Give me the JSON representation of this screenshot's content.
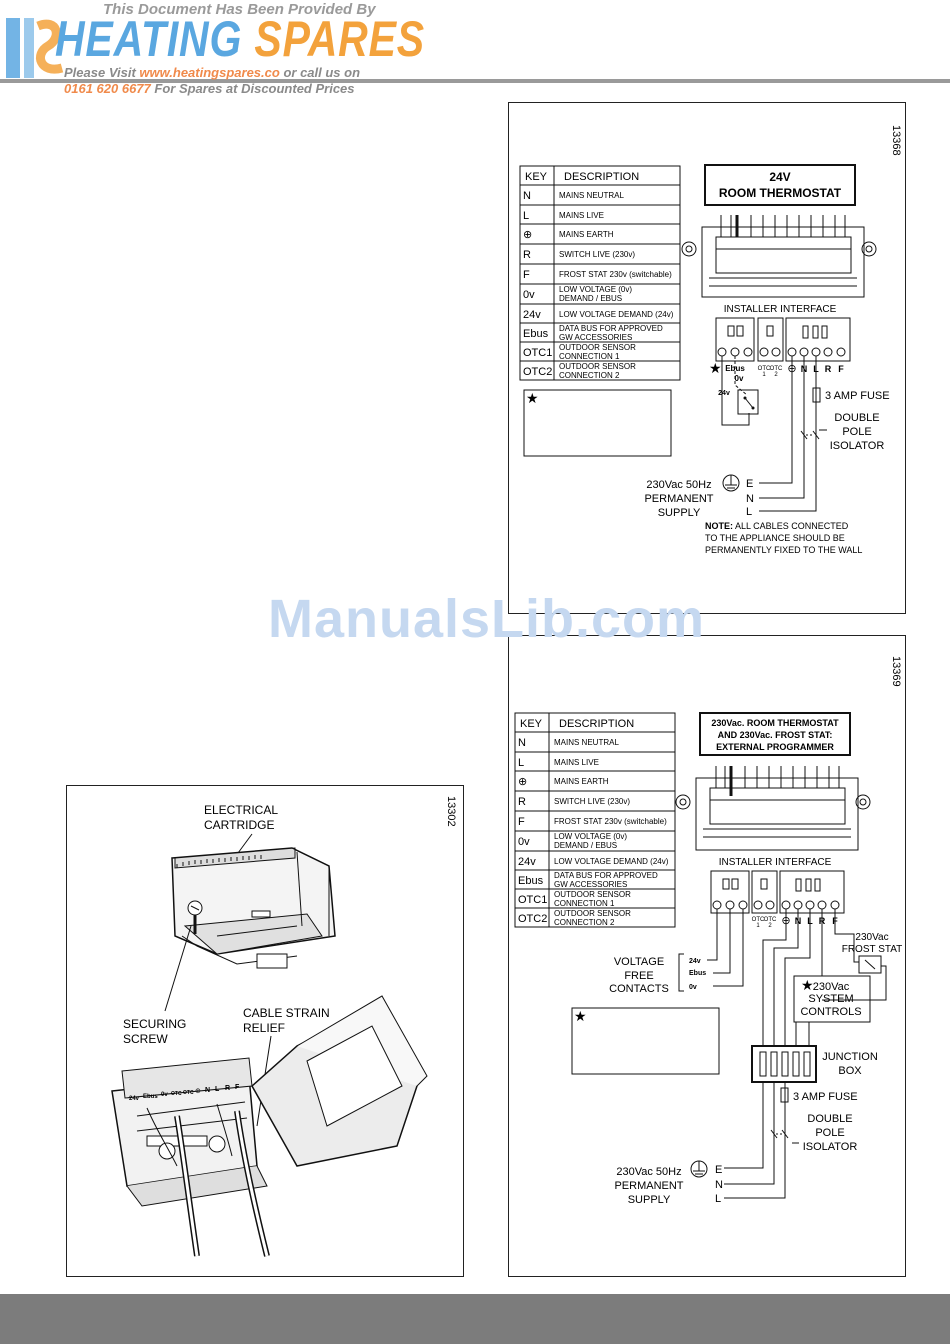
{
  "banner": {
    "provided_by": "This Document Has Been Provided By",
    "brand_part1": "HEATING",
    "brand_part2": "SPARES",
    "visit_prefix": "Please Visit",
    "visit_url": "www.heatingspares.co",
    "visit_suffix": "or call us on",
    "phone": "0161 620 6677",
    "phone_suffix": "For Spares at Discounted Prices"
  },
  "watermark": "ManualsLib.com",
  "key_table": {
    "header_key": "KEY",
    "header_desc": "DESCRIPTION",
    "rows": [
      {
        "key": "N",
        "desc": "MAINS NEUTRAL"
      },
      {
        "key": "L",
        "desc": "MAINS LIVE"
      },
      {
        "key": "⊕",
        "desc": "MAINS EARTH"
      },
      {
        "key": "R",
        "desc": "SWITCH LIVE (230v)"
      },
      {
        "key": "F",
        "desc": "FROST STAT 230v (switchable)"
      },
      {
        "key": "0v",
        "desc": "LOW VOLTAGE (0v)",
        "desc2": "DEMAND / EBUS"
      },
      {
        "key": "24v",
        "desc": "LOW VOLTAGE DEMAND (24v)"
      },
      {
        "key": "Ebus",
        "desc": "DATA BUS FOR APPROVED",
        "desc2": "GW ACCESSORIES"
      },
      {
        "key": "OTC1",
        "desc": "OUTDOOR SENSOR",
        "desc2": "CONNECTION 1"
      },
      {
        "key": "OTC2",
        "desc": "OUTDOOR SENSOR",
        "desc2": "CONNECTION 2"
      }
    ]
  },
  "diagram1": {
    "fig_no": "13368",
    "thermostat_line1": "24V",
    "thermostat_line2": "ROOM THERMOSTAT",
    "installer_interface": "INSTALLER INTERFACE",
    "star": "★",
    "lbl_ebus": "Ebus",
    "lbl_otc1": "OTC",
    "lbl_otc1n": "1",
    "lbl_otc2": "OTC",
    "lbl_otc2n": "2",
    "lbl_0v": "0v",
    "lbl_24v": "24v",
    "lbl_earth": "⊕",
    "lbl_n": "N",
    "lbl_l": "L",
    "lbl_r": "R",
    "lbl_f": "F",
    "fuse": "3 AMP FUSE",
    "isolator_1": "DOUBLE",
    "isolator_2": "POLE",
    "isolator_3": "ISOLATOR",
    "supply_1": "230Vac 50Hz",
    "supply_2": "PERMANENT",
    "supply_3": "SUPPLY",
    "supply_e": "E",
    "supply_n": "N",
    "supply_l": "L",
    "note_bold": "NOTE:",
    "note_1": "ALL CABLES CONNECTED",
    "note_2": "TO THE APPLIANCE SHOULD BE",
    "note_3": "PERMANENTLY FIXED TO THE WALL"
  },
  "diagram2": {
    "fig_no": "13369",
    "header_1": "230Vac. ROOM THERMOSTAT",
    "header_2": "AND 230Vac. FROST STAT:",
    "header_3": "EXTERNAL PROGRAMMER",
    "installer_interface": "INSTALLER INTERFACE",
    "star": "★",
    "lbl_otc1": "OTC",
    "lbl_otc1n": "1",
    "lbl_otc2": "OTC",
    "lbl_otc2n": "2",
    "lbl_earth": "⊕",
    "lbl_n": "N",
    "lbl_l": "L",
    "lbl_r": "R",
    "lbl_f": "F",
    "vfc_1": "VOLTAGE",
    "vfc_2": "FREE",
    "vfc_3": "CONTACTS",
    "vfc_24v": "24v",
    "vfc_ebus": "Ebus",
    "vfc_0v": "0v",
    "frost_1": "230Vac",
    "frost_2": "FROST STAT",
    "sys_1": "230Vac",
    "sys_2": "SYSTEM",
    "sys_3": "CONTROLS",
    "junction_1": "JUNCTION",
    "junction_2": "BOX",
    "fuse": "3 AMP FUSE",
    "isolator_1": "DOUBLE",
    "isolator_2": "POLE",
    "isolator_3": "ISOLATOR",
    "supply_1": "230Vac 50Hz",
    "supply_2": "PERMANENT",
    "supply_3": "SUPPLY",
    "supply_e": "E",
    "supply_n": "N",
    "supply_l": "L"
  },
  "diagram3": {
    "fig_no": "13302",
    "cartridge_1": "ELECTRICAL",
    "cartridge_2": "CARTRIDGE",
    "screw_1": "SECURING",
    "screw_2": "SCREW",
    "relief_1": "CABLE STRAIN",
    "relief_2": "RELIEF",
    "term_24v": "24v",
    "term_ebus": "Ebus",
    "term_0v": "0v",
    "term_otc": "OTC",
    "term_earth": "⊕",
    "term_n": "N",
    "term_l": "L",
    "term_r": "R",
    "term_f": "F"
  }
}
